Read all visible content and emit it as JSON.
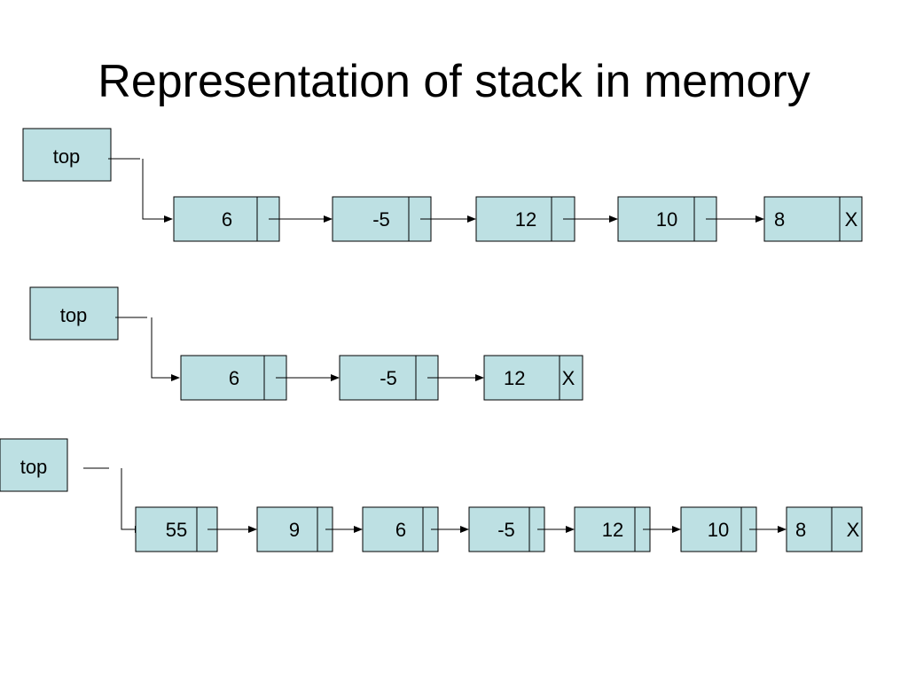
{
  "title": "Representation of stack in memory",
  "colors": {
    "node_fill": "#bde0e3",
    "stroke": "#000000"
  },
  "stacks": [
    {
      "top_label": "top",
      "nodes": [
        "6",
        "-5",
        "12",
        "10",
        "8"
      ],
      "null_marker": "X"
    },
    {
      "top_label": "top",
      "nodes": [
        "6",
        "-5",
        "12"
      ],
      "null_marker": "X"
    },
    {
      "top_label": "top",
      "nodes": [
        "55",
        "9",
        "6",
        "-5",
        "12",
        "10",
        "8"
      ],
      "null_marker": "X"
    }
  ]
}
